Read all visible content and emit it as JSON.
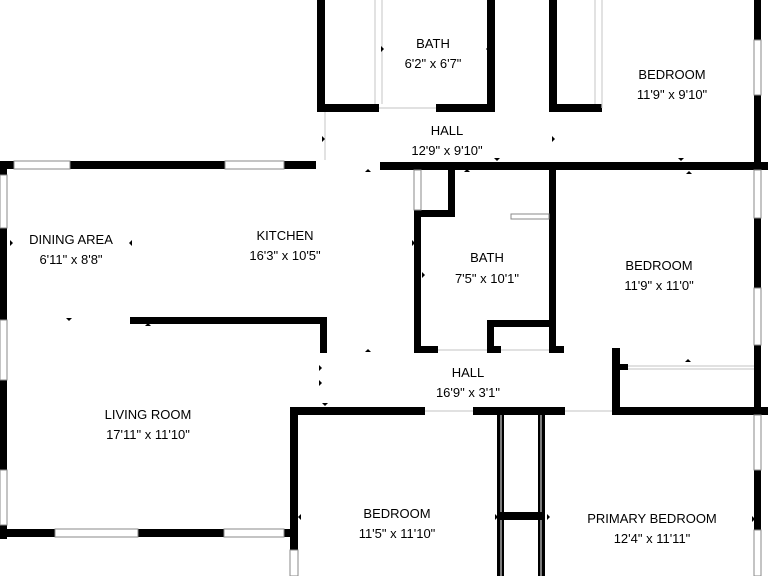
{
  "colors": {
    "wall": "#000000",
    "background": "#ffffff",
    "window_frame": "#8a8a8a",
    "door_swing": "#cfcfcf"
  },
  "rooms": {
    "bath_top": {
      "name": "BATH",
      "size": "6'2\" x 6'7\""
    },
    "bedroom_ne": {
      "name": "BEDROOM",
      "size": "11'9\" x 9'10\""
    },
    "hall_top": {
      "name": "HALL",
      "size": "12'9\" x 9'10\""
    },
    "dining": {
      "name": "DINING AREA",
      "size": "6'11\" x 8'8\""
    },
    "kitchen": {
      "name": "KITCHEN",
      "size": "16'3\" x 10'5\""
    },
    "bath_mid": {
      "name": "BATH",
      "size": "7'5\" x 10'1\""
    },
    "bedroom_e": {
      "name": "BEDROOM",
      "size": "11'9\" x 11'0\""
    },
    "hall_mid": {
      "name": "HALL",
      "size": "16'9\" x 3'1\""
    },
    "living": {
      "name": "LIVING ROOM",
      "size": "17'11\" x 11'10\""
    },
    "bedroom_s": {
      "name": "BEDROOM",
      "size": "11'5\" x 11'10\""
    },
    "primary": {
      "name": "PRIMARY BEDROOM",
      "size": "12'4\" x 11'11\""
    }
  }
}
